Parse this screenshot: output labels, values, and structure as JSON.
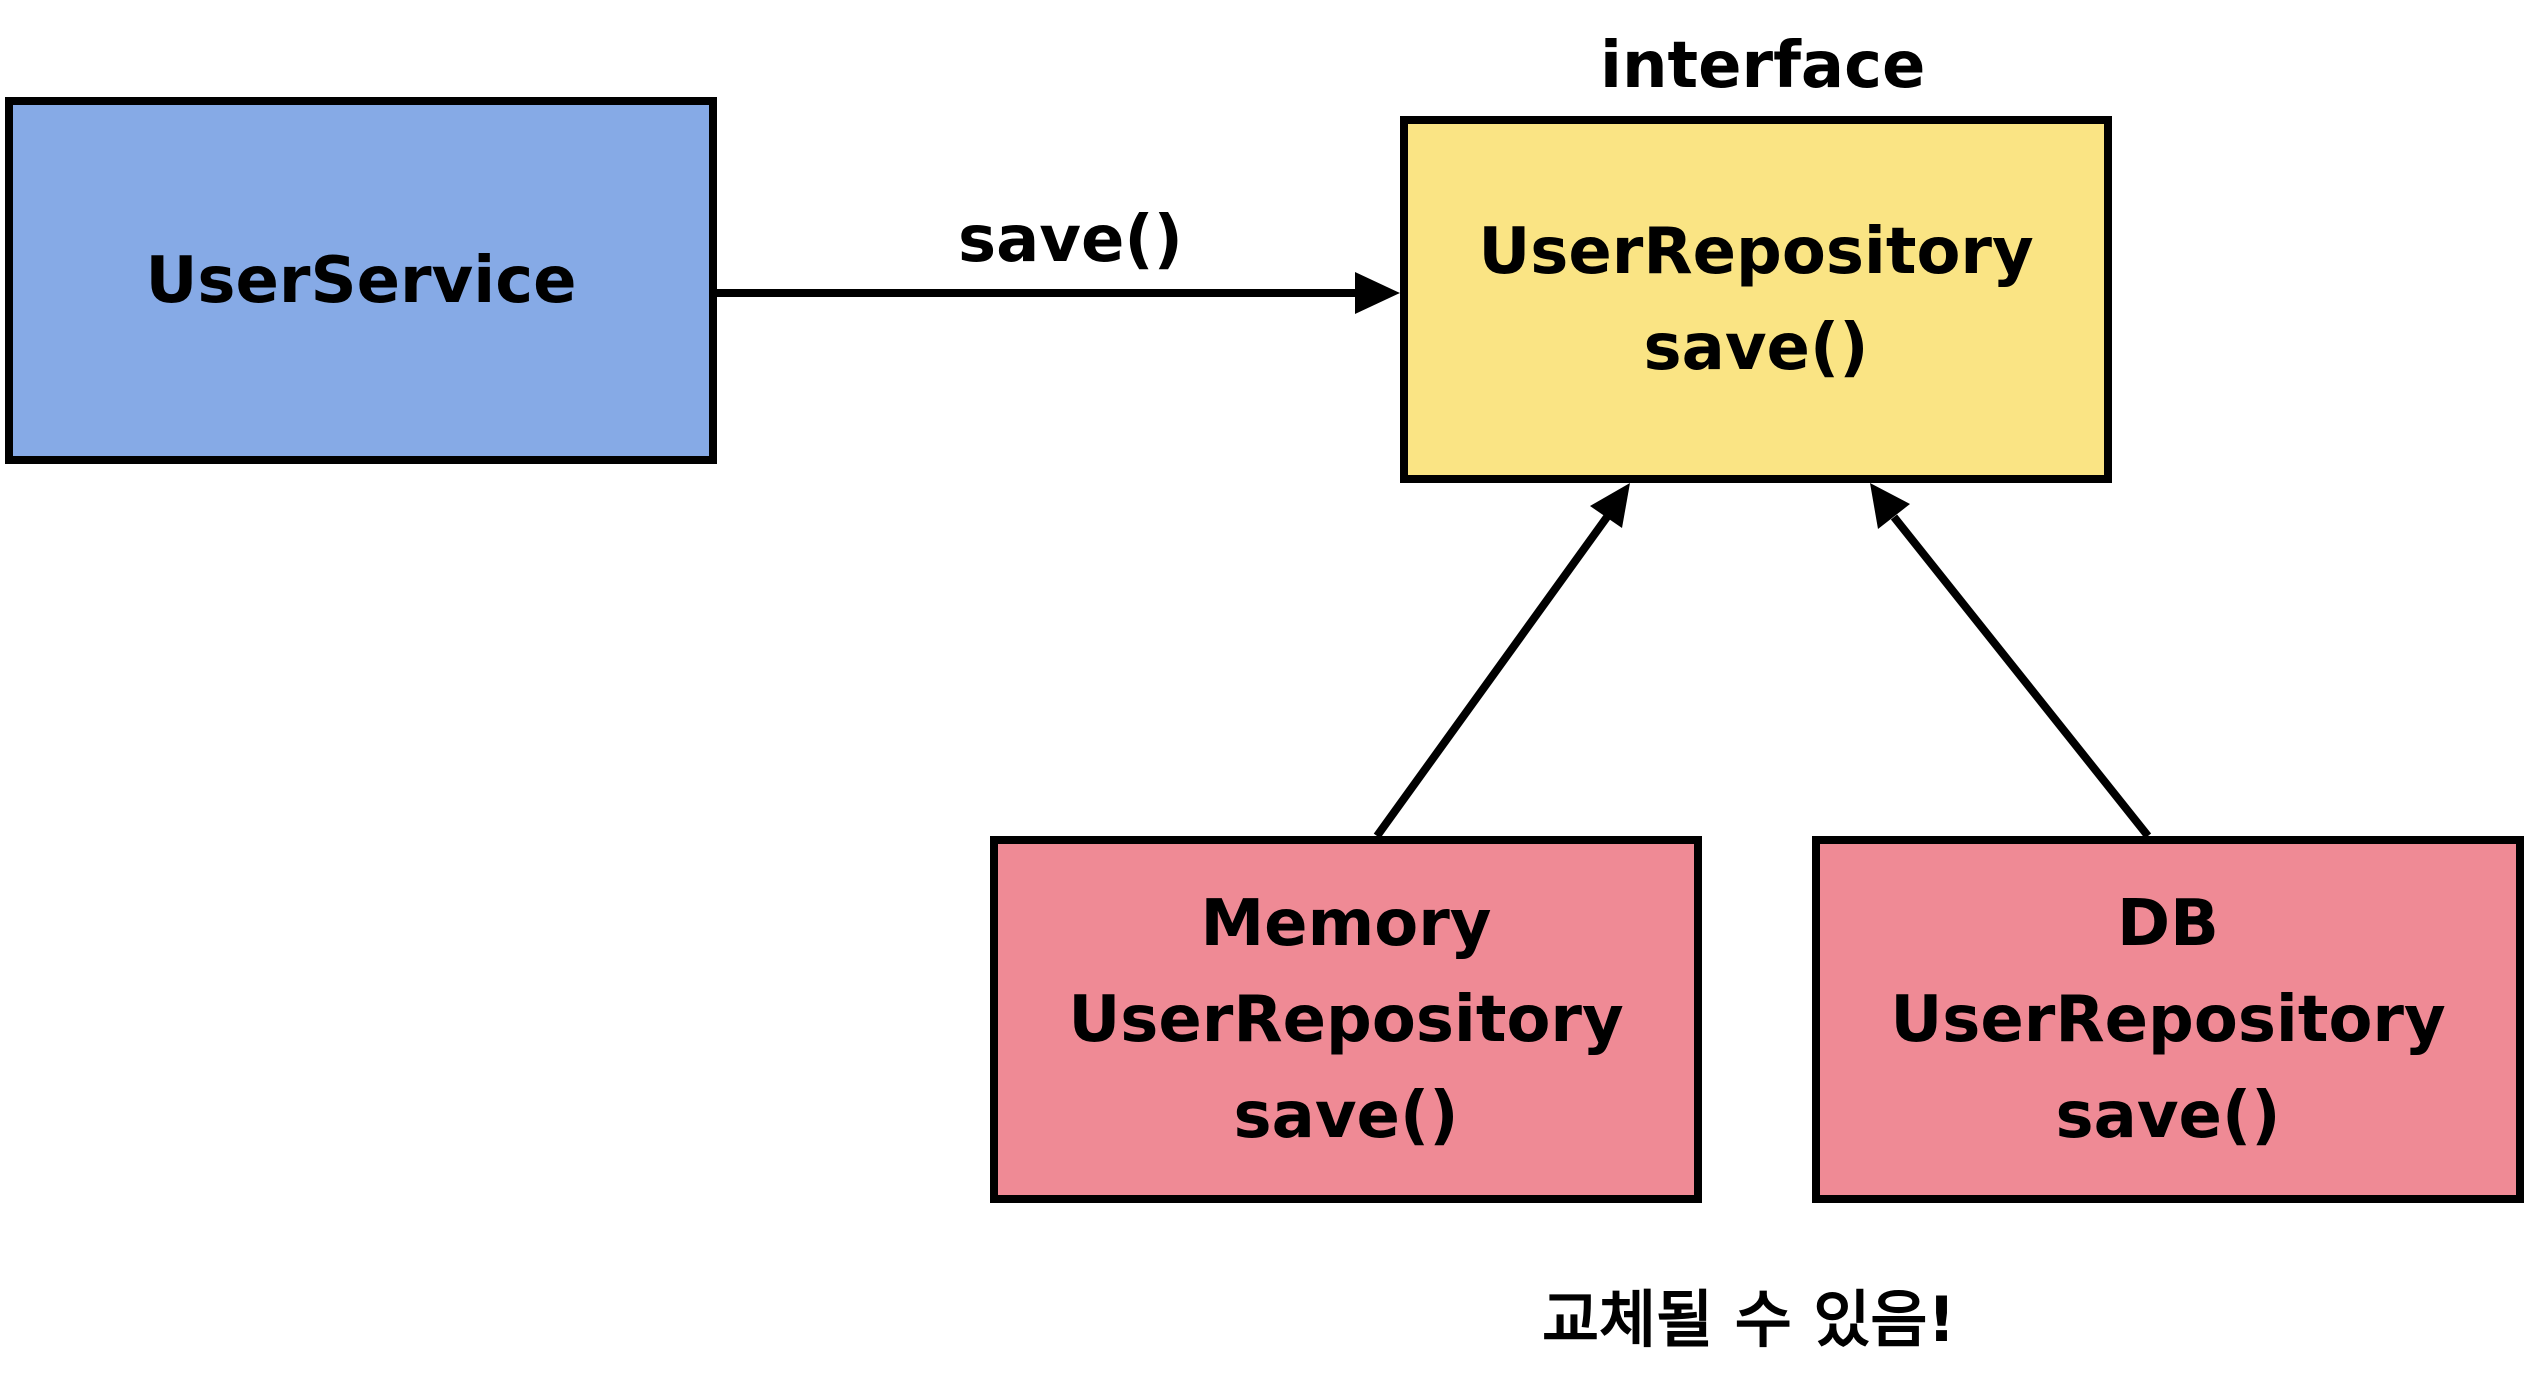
{
  "diagram": {
    "nodes": {
      "user_service": {
        "lines": [
          "UserService"
        ],
        "fill": "#86aae6"
      },
      "user_repository": {
        "stereotype": "interface",
        "lines": [
          "UserRepository",
          "save()"
        ],
        "fill": "#fae484"
      },
      "memory_user_repository": {
        "lines": [
          "Memory",
          "UserRepository",
          "save()"
        ],
        "fill": "#ef8a95"
      },
      "db_user_repository": {
        "lines": [
          "DB",
          "UserRepository",
          "save()"
        ],
        "fill": "#ef8a95"
      }
    },
    "edges": {
      "service_to_repository": {
        "label": "save()"
      }
    },
    "note": "교체될 수 있음!"
  },
  "colors": {
    "stroke": "#000000",
    "background": "#ffffff"
  }
}
